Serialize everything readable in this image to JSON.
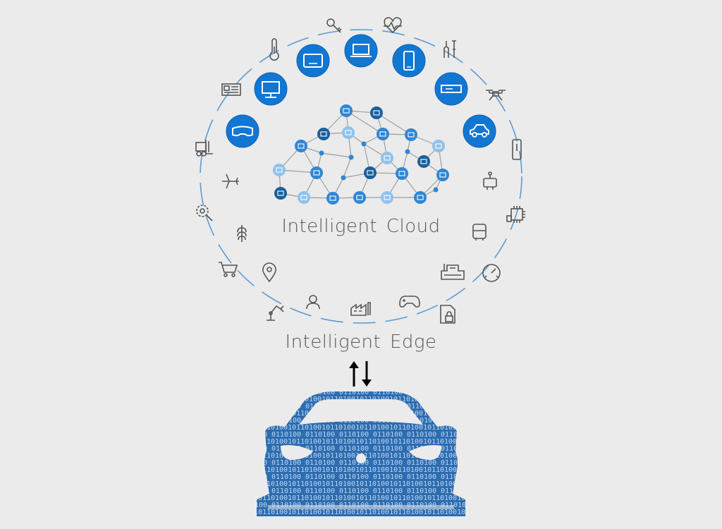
{
  "labels": {
    "cloud": "Intelligent Cloud",
    "edge": "Intelligent Edge"
  },
  "colors": {
    "background": "#ebebeb",
    "ring": "#5b9bd5",
    "device_fill": "#1177d3",
    "device_border": "#0d62b0",
    "icon_gray": "#555555",
    "node_dark": "#1b5f9e",
    "node_mid": "#2f86d6",
    "node_light": "#8fc2ec",
    "link": "#9e9e9e",
    "car_blue": "#2d6cb0",
    "arrow": "#000000"
  },
  "devices": [
    "vr-headset",
    "desktop-monitor",
    "tablet",
    "laptop",
    "phone",
    "server",
    "car"
  ],
  "edge_icons": [
    "key",
    "heartbeat",
    "thermometer",
    "tools",
    "newspaper",
    "drone",
    "forklift",
    "smart-lock",
    "airplane",
    "robot",
    "gear-wrench",
    "chip",
    "wheat",
    "bus",
    "shopping-cart",
    "factory-building",
    "location-pin",
    "speedometer",
    "robot-arm",
    "person",
    "factory",
    "gamepad",
    "locked-file"
  ],
  "car": {
    "pattern": "binary",
    "digits": "0100101101001101001011010011010"
  }
}
